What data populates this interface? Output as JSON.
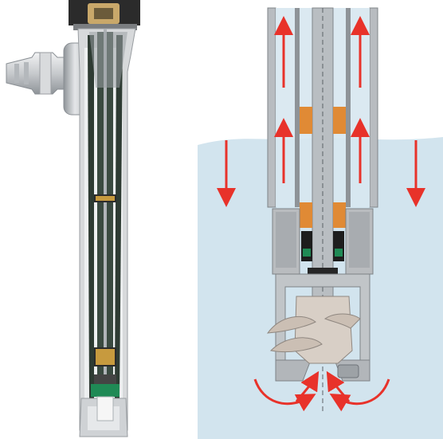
{
  "figure": {
    "left_panel": "pump-cutaway-photo",
    "right_panel": "impeller-flow-cross-section"
  },
  "colors": {
    "water": "#d2e4ee",
    "water_edge": "#bcd4e3",
    "steel": "#c9ccd0",
    "steel_dark": "#9ea3a8",
    "tube_dark": "#2e3b33",
    "bushing": "#e08a35",
    "seal": "#1d1d1d",
    "green_ring": "#1f8a55",
    "flow_arrow": "#e8322a",
    "impeller": "#d8cfc6"
  },
  "icons": {
    "up_arrows": 4,
    "down_arrows": 3,
    "curved_inflow_arrows": 4
  }
}
